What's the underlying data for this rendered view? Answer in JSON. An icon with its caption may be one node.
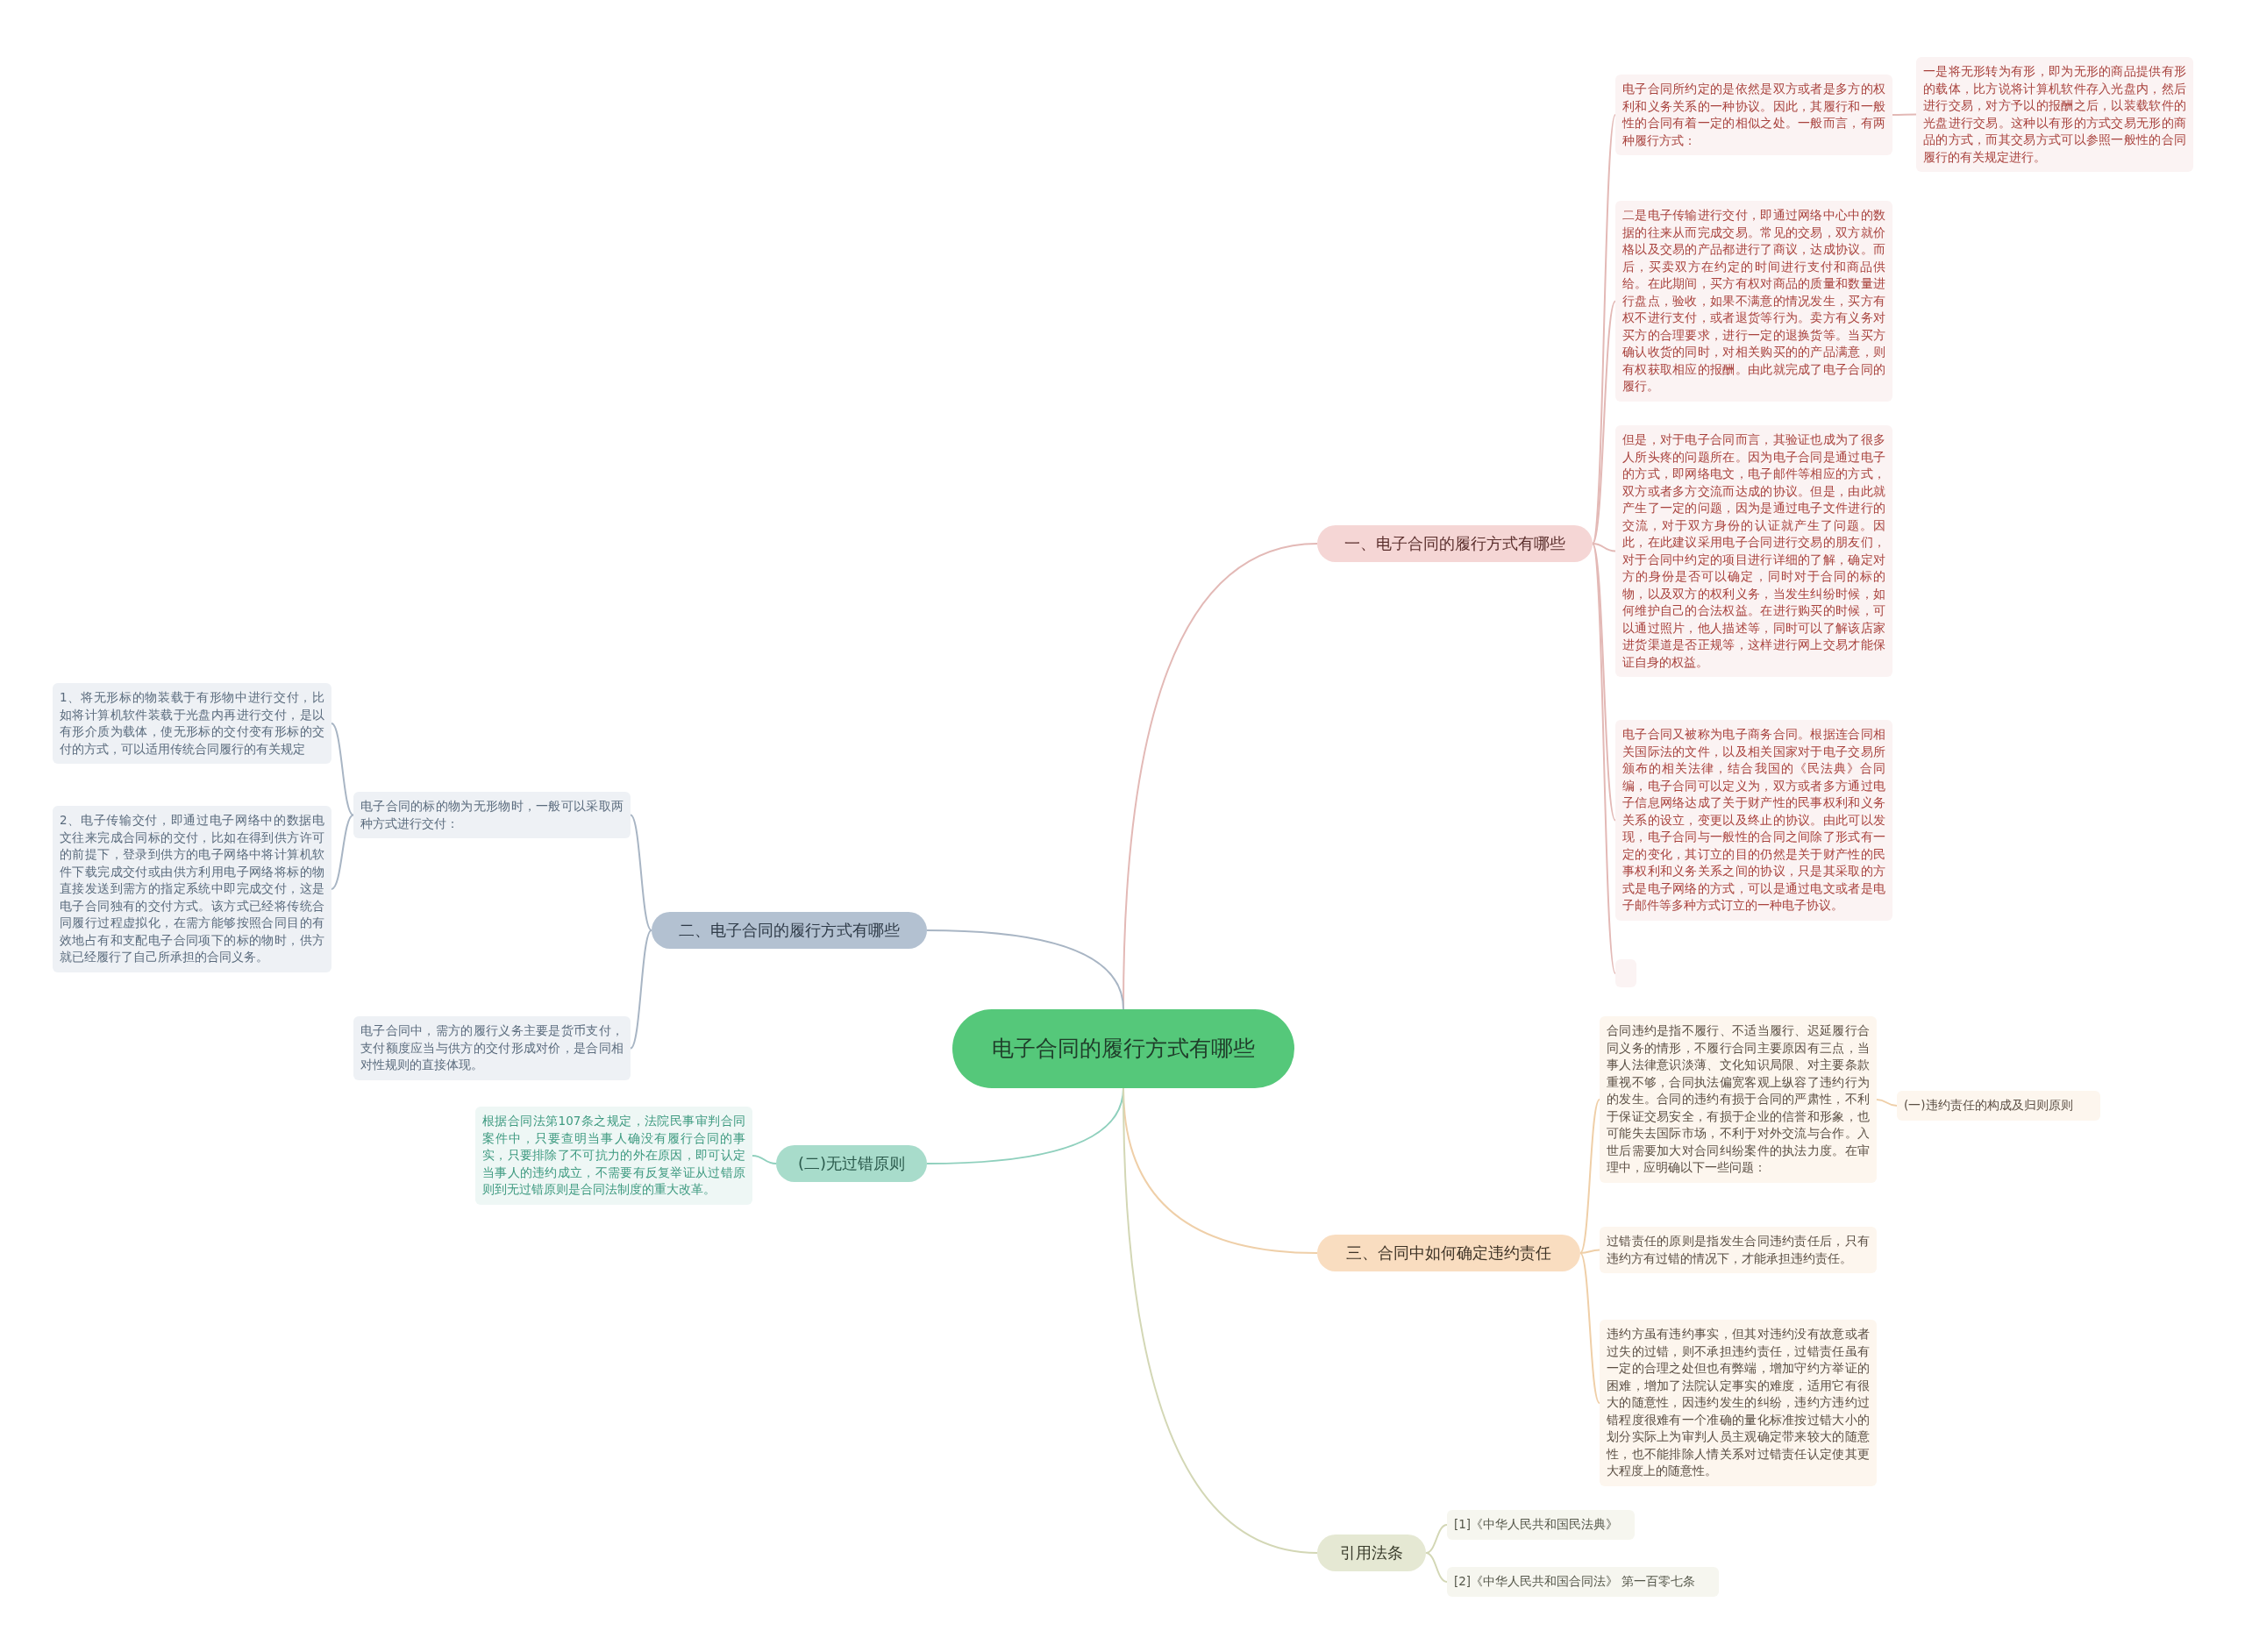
{
  "diagram": {
    "nodes": [
      {
        "text": [
          "电子合同的履行方式有哪些"
        ]
      },
      {
        "text": [
          "一、电子合同的履行方式有哪些"
        ]
      },
      {
        "text": [
          "电子合同所约定的是依然是双方或者是多方的权利和义务关系的一种协议。因此，其履行和一般性的合同有着一定的相似之处。一般而言，有两种履行方式："
        ]
      },
      {
        "text": [
          "一是将无形转为有形，即为无形的商品提供有形的载体，比方说将计算机软件存入光盘内，然后进行交易，对方予以的报酬之后，以装载软件的光盘进行交易。这种以有形的方式交易无形的商品的方式，而其交易方式可以参照一般性的合同履行的有关规定进行。"
        ]
      },
      {
        "text": [
          "二是电子传输进行交付，即通过网络中心中的数据的往来从而完成交易。常见的交易，双方就价格以及交易的产品都进行了商议，达成协议。而后，买卖双方在约定的时间进行支付和商品供给。在此期间，买方有权对商品的质量和数量进行盘点，验收，如果不满意的情况发生，买方有权不进行支付，或者退货等行为。卖方有义务对买方的合理要求，进行一定的退换货等。当买方确认收货的同时，对相关购买的的产品满意，则有权获取相应的报酬。由此就完成了电子合同的履行。"
        ]
      },
      {
        "text": [
          "但是，对于电子合同而言，其验证也成为了很多人所头疼的问题所在。因为电子合同是通过电子的方式，即网络电文，电子邮件等相应的方式，双方或者多方交流而达成的协议。但是，由此就产生了一定的问题，因为是通过电子文件进行的交流，对于双方身份的认证就产生了问题。因此，在此建议采用电子合同进行交易的朋友们，对于合同中约定的项目进行详细的了解，确定对方的身份是否可以确定，同时对于合同的标的物，以及双方的权利义务，当发生纠纷时候，如何维护自己的合法权益。在进行购买的时候，可以通过照片，他人描述等，同时可以了解该店家进货渠道是否正规等，这样进行网上交易才能保证自身的权益。"
        ]
      },
      {
        "text": [
          "电子合同又被称为电子商务合同。根据连合同相关国际法的文件，以及相关国家对于电子交易所颁布的相关法律，结合我国的《民法典》合同编，电子合同可以定义为，双方或者多方通过电子信息网络达成了关于财产性的民事权利和义务关系的设立，变更以及终止的协议。由此可以发现，电子合同与一般性的合同之间除了形式有一定的变化，其订立的目的仍然是关于财产性的民事权利和义务关系之间的协议，只是其采取的方式是电子网络的方式，可以是通过电文或者是电子邮件等多种方式订立的一种电子协议。"
        ]
      },
      {
        "text": [],
        "shape": "box"
      },
      {
        "text": [
          "二、电子合同的履行方式有哪些"
        ]
      },
      {
        "text": [
          "电子合同的标的物为无形物时，一般可以采取两种方式进行交付："
        ]
      },
      {
        "text": [
          "1、将无形标的物装载于有形物中进行交付，比如将计算机软件装载于光盘内再进行交付，是以有形介质为载体，使无形标的交付变有形标的交付的方式，可以适用传统合同履行的有关规定"
        ]
      },
      {
        "text": [
          "2、电子传输交付，即通过电子网络中的数据电文往来完成合同标的交付，比如在得到供方许可的前提下，登录到供方的电子网络中将计算机软件下载完成交付或由供方利用电子网络将标的物直接发送到需方的指定系统中即完成交付，这是电子合同独有的交付方式。该方式已经将传统合同履行过程虚拟化，在需方能够按照合同目的有效地占有和支配电子合同项下的标的物时，供方就已经履行了自己所承担的合同义务。"
        ]
      },
      {
        "text": [
          "电子合同中，需方的履行义务主要是货币支付，支付额度应当与供方的交付形成对价，是合同相对性规则的直接体现。"
        ]
      },
      {
        "text": [
          "(二)无过错原则"
        ]
      },
      {
        "text": [
          "根据合同法第107条之规定，法院民事审判合同案件中，只要查明当事人确没有履行合同的事实，只要排除了不可抗力的外在原因，即可认定当事人的违约成立，不需要有反复举证从过错原则到无过错原则是合同法制度的重大改革。"
        ]
      },
      {
        "text": [
          "三、合同中如何确定违约责任"
        ]
      },
      {
        "text": [
          "合同违约是指不履行、不适当履行、迟延履行合同义务的情形，不履行合同主要原因有三点，当事人法律意识淡薄、文化知识局限、对主要条款重视不够，合同执法偏宽客观上纵容了违约行为的发生。合同的违约有损于合同的严肃性，不利于保证交易安全，有损于企业的信誉和形象，也可能失去国际市场，不利于对外交流与合作。入世后需要加大对合同纠纷案件的执法力度。在审理中，应明确以下一些问题："
        ]
      },
      {
        "text": [
          "(一)违约责任的构成及归则原则"
        ]
      },
      {
        "text": [
          "过错责任的原则是指发生合同违约责任后，只有违约方有过错的情况下，才能承担违约责任。"
        ]
      },
      {
        "text": [
          "违约方虽有违约事实，但其对违约没有故意或者过失的过错，则不承担违约责任，过错责任虽有一定的合理之处但也有弊端，增加守约方举证的困难，增加了法院认定事实的难度，适用它有很大的随意性，因违约发生的纠纷，违约方违约过错程度很难有一个准确的量化标准按过错大小的划分实际上为审判人员主观确定带来较大的随意性，也不能排除人情关系对过错责任认定使其更大程度上的随意性。"
        ]
      },
      {
        "text": [
          "引用法条"
        ]
      },
      {
        "text": [
          "[1]《中华人民共和国民法典》"
        ]
      },
      {
        "text": [
          "[2]《中华人民共和国合同法》 第一百零七条"
        ]
      }
    ],
    "edges": [
      {
        "from": 0,
        "to": 1,
        "arrow": "none",
        "color": "#e3b9b6"
      },
      {
        "from": 1,
        "to": 2,
        "arrow": "none",
        "color": "#e3b9b6"
      },
      {
        "from": 2,
        "to": 3,
        "arrow": "none",
        "color": "#e3b9b6"
      },
      {
        "from": 1,
        "to": 4,
        "arrow": "none",
        "color": "#e3b9b6"
      },
      {
        "from": 1,
        "to": 5,
        "arrow": "none",
        "color": "#e3b9b6"
      },
      {
        "from": 1,
        "to": 6,
        "arrow": "none",
        "color": "#e3b9b6"
      },
      {
        "from": 1,
        "to": 7,
        "arrow": "none",
        "color": "#e3b9b6"
      },
      {
        "from": 0,
        "to": 8,
        "arrow": "none",
        "color": "#a8b5c4"
      },
      {
        "from": 8,
        "to": 9,
        "arrow": "none",
        "color": "#a8b5c4"
      },
      {
        "from": 9,
        "to": 10,
        "arrow": "none",
        "color": "#a8b5c4"
      },
      {
        "from": 9,
        "to": 11,
        "arrow": "none",
        "color": "#a8b5c4"
      },
      {
        "from": 8,
        "to": 12,
        "arrow": "none",
        "color": "#a8b5c4"
      },
      {
        "from": 0,
        "to": 13,
        "arrow": "none",
        "color": "#8fd0bd"
      },
      {
        "from": 13,
        "to": 14,
        "arrow": "none",
        "color": "#8fd0bd"
      },
      {
        "from": 0,
        "to": 15,
        "arrow": "none",
        "color": "#efcfa8"
      },
      {
        "from": 15,
        "to": 16,
        "arrow": "none",
        "color": "#efcfa8"
      },
      {
        "from": 16,
        "to": 17,
        "arrow": "none",
        "color": "#efcfa8"
      },
      {
        "from": 15,
        "to": 18,
        "arrow": "none",
        "color": "#efcfa8"
      },
      {
        "from": 15,
        "to": 19,
        "arrow": "none",
        "color": "#efcfa8"
      },
      {
        "from": 0,
        "to": 20,
        "arrow": "none",
        "color": "#d3d7b5"
      },
      {
        "from": 20,
        "to": 21,
        "arrow": "none",
        "color": "#d3d7b5"
      },
      {
        "from": 20,
        "to": 22,
        "arrow": "none",
        "color": "#d3d7b5"
      }
    ]
  }
}
